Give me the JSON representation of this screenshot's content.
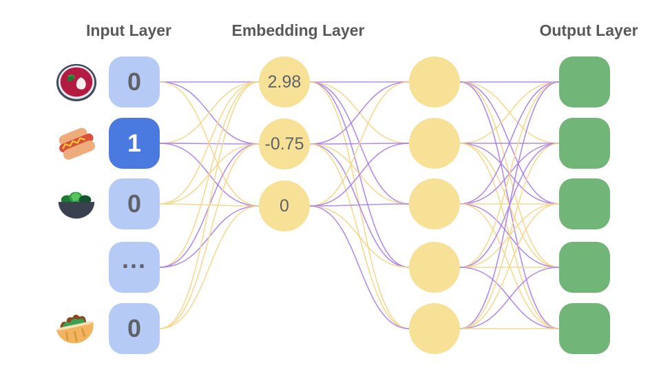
{
  "titles": {
    "input": "Input Layer",
    "embedding": "Embedding Layer",
    "output": "Output Layer"
  },
  "input_layer": {
    "nodes": [
      {
        "icon": "borscht-bowl",
        "value": "0",
        "active": false
      },
      {
        "icon": "hotdog",
        "value": "1",
        "active": true
      },
      {
        "icon": "salad-bowl",
        "value": "0",
        "active": false
      },
      {
        "icon": null,
        "value": "...",
        "active": false
      },
      {
        "icon": "pita-sandwich",
        "value": "0",
        "active": false
      }
    ]
  },
  "embedding_layer": {
    "values": [
      "2.98",
      "-0.75",
      "0"
    ]
  },
  "hidden_layer": {
    "node_count": 5
  },
  "output_layer": {
    "node_count": 5
  },
  "colors": {
    "input_inactive": "#b5cbf5",
    "input_active": "#4a79e0",
    "node_yellow": "#f7e196",
    "output_green": "#71b578",
    "edge_purple": "#a478e8",
    "edge_gold": "#f6d78a",
    "title_text": "#595959",
    "value_text": "#5f6368"
  },
  "connections": {
    "input_to_embedding": [
      "P",
      "P",
      "G",
      "G",
      "P",
      "P",
      "G",
      "G",
      "G",
      "G",
      "P",
      "P",
      "G",
      "G",
      "G"
    ],
    "embedding_to_hidden": [
      "P",
      "G",
      "P",
      "P",
      "G",
      "P",
      "P",
      "G",
      "P",
      "G",
      "G",
      "P",
      "P",
      "G",
      "P"
    ],
    "hidden_to_output": [
      "P",
      "G",
      "P",
      "G",
      "P",
      "G",
      "P",
      "P",
      "G",
      "G",
      "P",
      "P",
      "G",
      "P",
      "G",
      "G",
      "P",
      "G",
      "G",
      "P",
      "P",
      "G",
      "G",
      "P",
      "G"
    ]
  }
}
